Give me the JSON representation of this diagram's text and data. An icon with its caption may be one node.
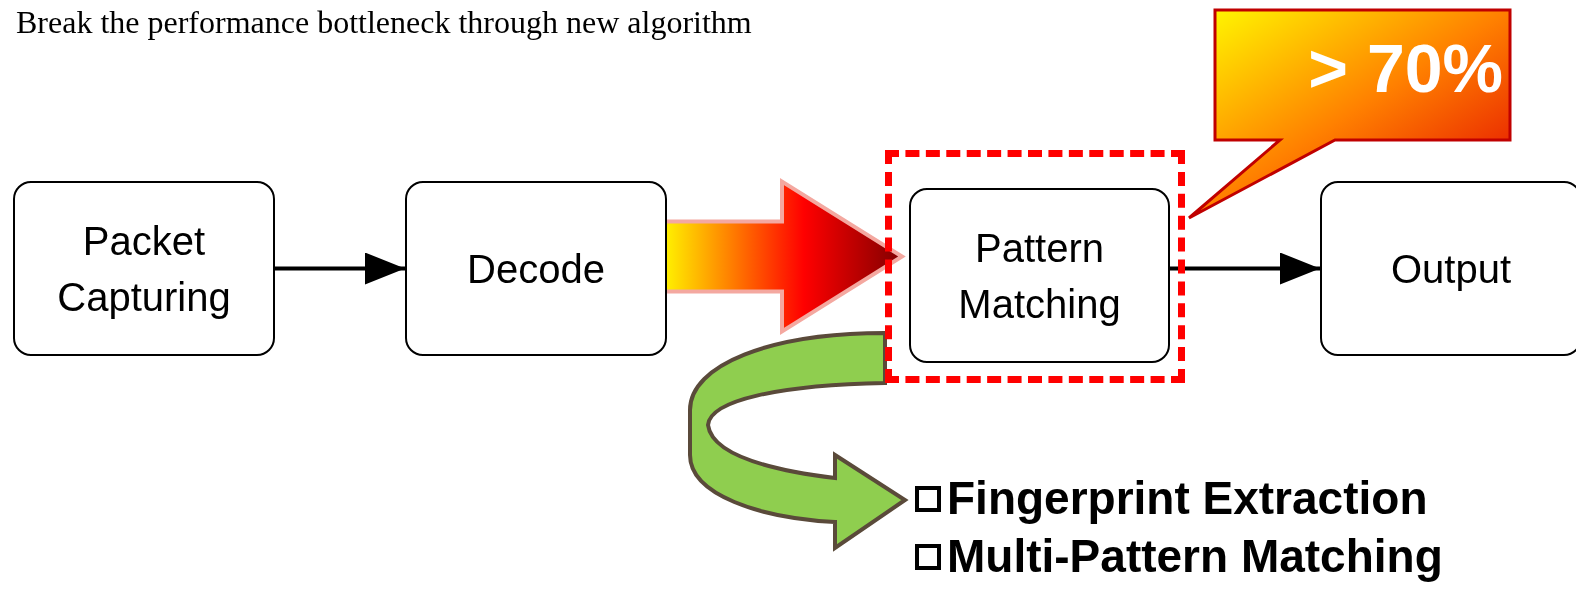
{
  "diagram": {
    "title": "Break the performance bottleneck through new algorithm",
    "nodes": [
      {
        "text": [
          "Packet Capturing"
        ]
      },
      {
        "text": [
          "Decode"
        ]
      },
      {
        "text": [],
        "shape": "box"
      },
      {
        "text": [
          "Pattern Matching"
        ],
        "in": 2
      },
      {
        "text": [
          "Output"
        ]
      },
      {
        "text": [
          "> 70%"
        ]
      },
      {
        "text": [
          "Fingerprint Extraction",
          "Multi-Pattern Matching"
        ]
      }
    ],
    "edges": [
      {
        "from": 0,
        "to": 1,
        "arrow": "to"
      },
      {
        "from": 1,
        "to": 3,
        "arrow": "to",
        "style": "thick",
        "color": "#ff0000"
      },
      {
        "from": 3,
        "to": 4,
        "arrow": "to"
      },
      {
        "from": 2,
        "to": 6,
        "arrow": "to",
        "style": "thick",
        "color": "#8fce4f"
      }
    ]
  }
}
